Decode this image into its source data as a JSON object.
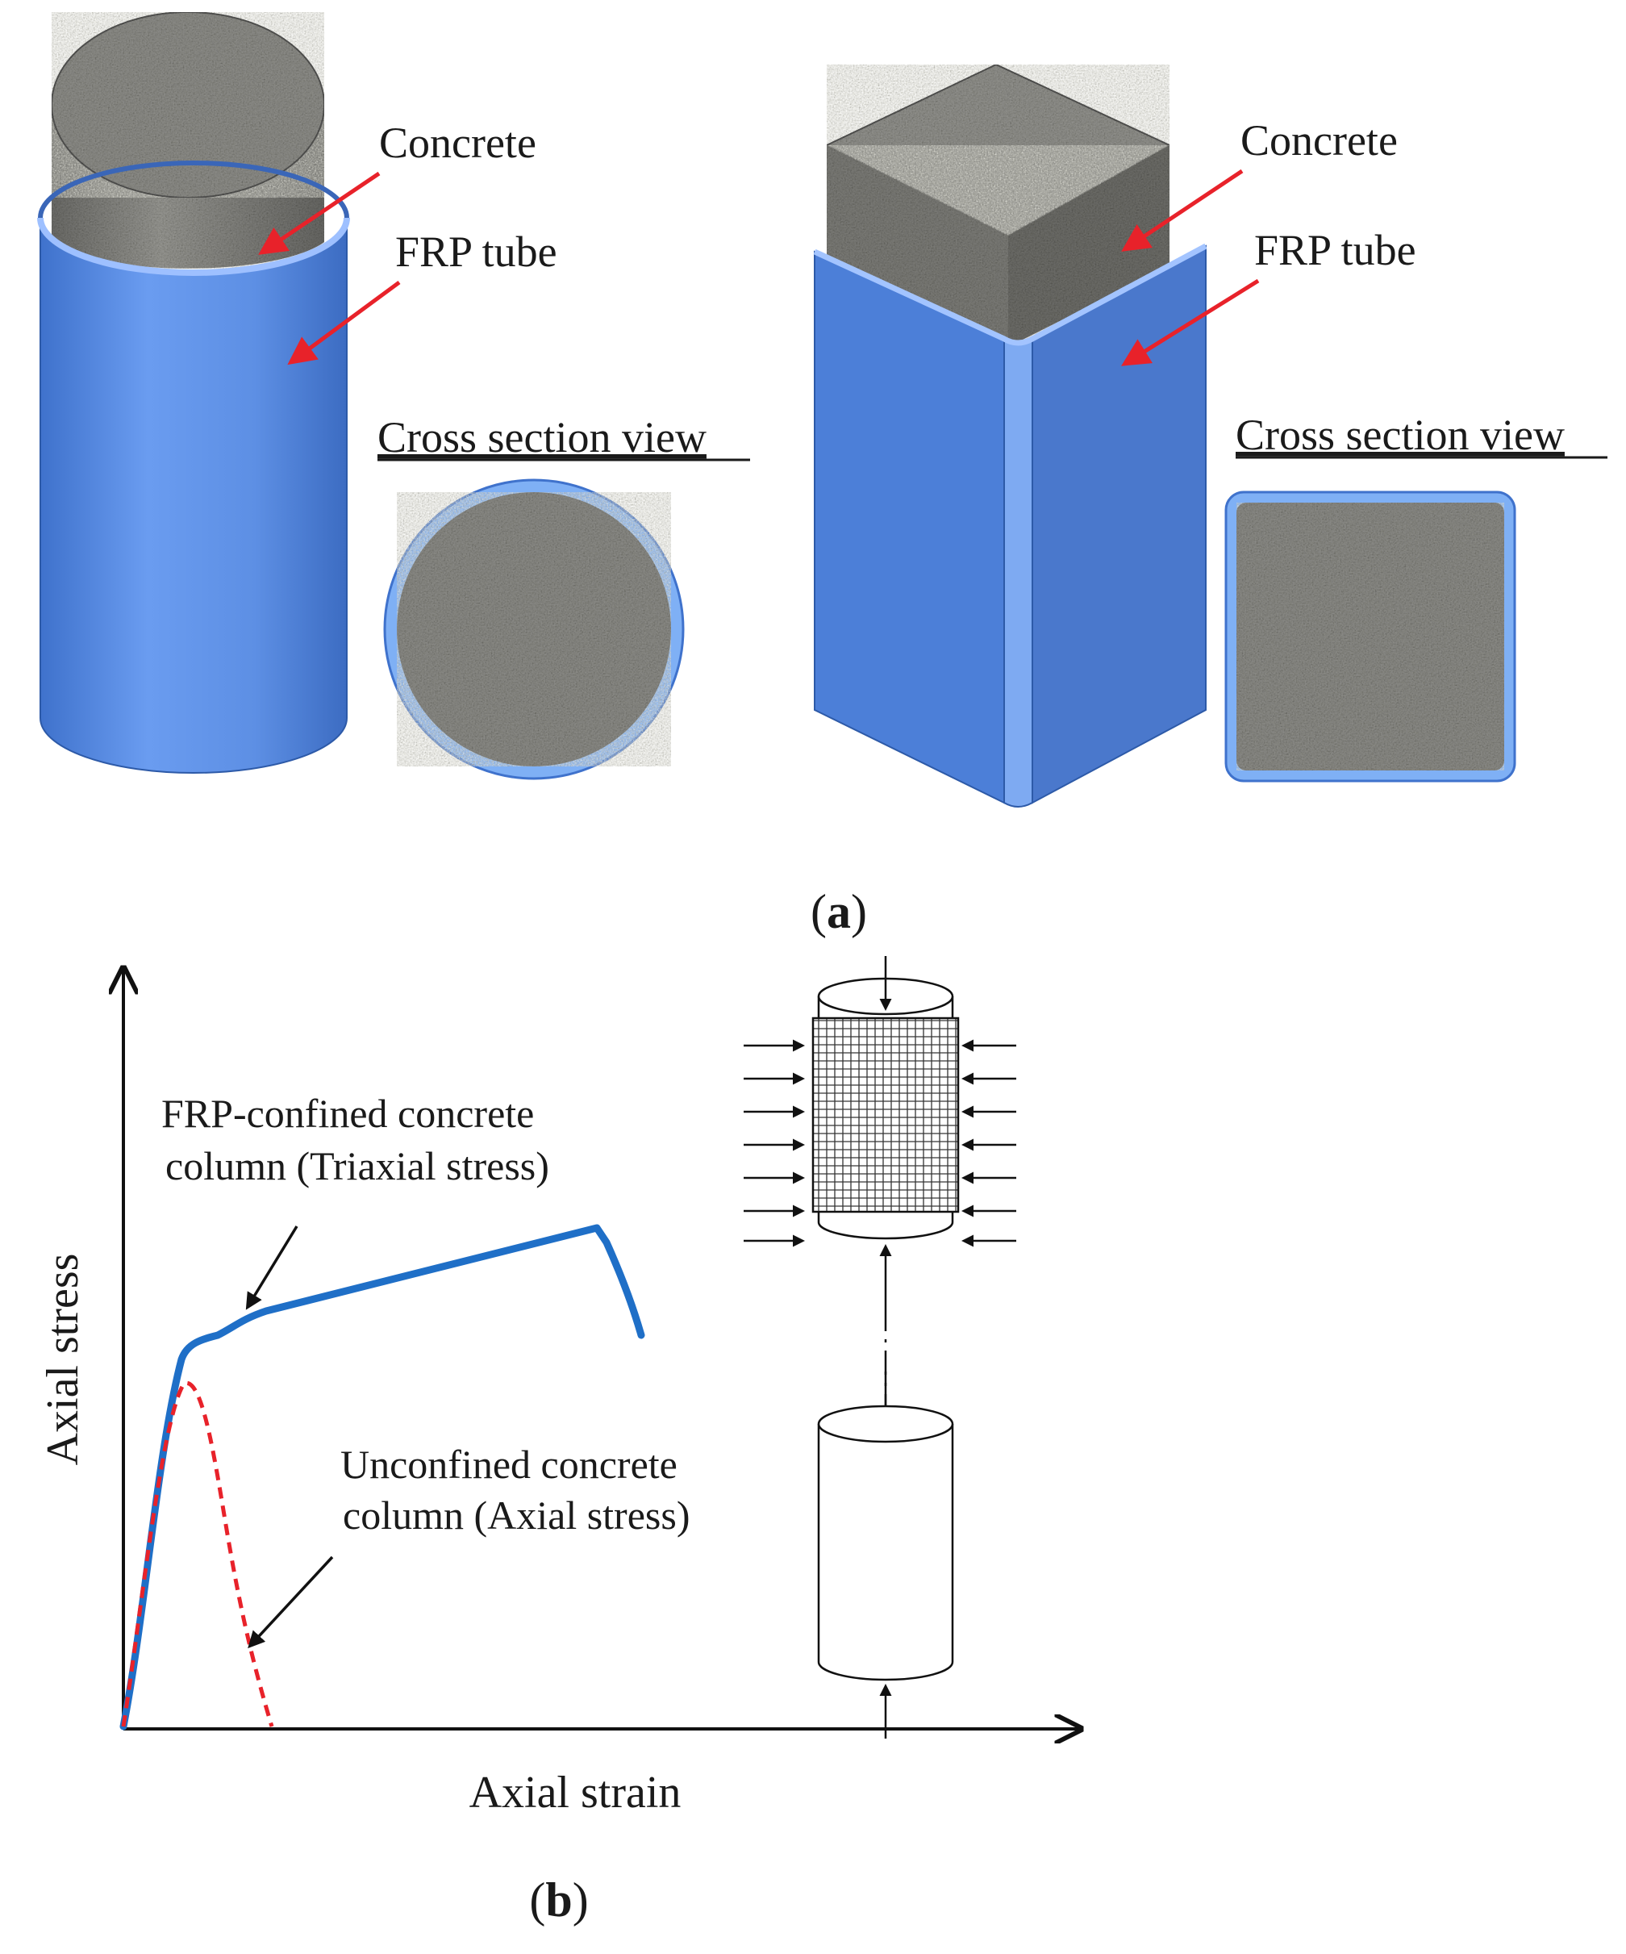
{
  "panel_a": {
    "caption_open": "(",
    "caption_letter": "a",
    "caption_close": ")",
    "circular": {
      "concrete_label": "Concrete",
      "frp_label": "FRP tube",
      "section_label": "Cross section view"
    },
    "square": {
      "concrete_label": "Concrete",
      "frp_label": "FRP tube",
      "section_label": "Cross section view"
    }
  },
  "panel_b": {
    "caption_open": "(",
    "caption_letter": "b",
    "caption_close": ")",
    "confined_label_line1": "FRP-confined concrete",
    "confined_label_line2": "column (Triaxial stress)",
    "unconfined_label_line1": "Unconfined concrete",
    "unconfined_label_line2": "column (Axial stress)"
  },
  "colors": {
    "frp_blue": "#5a8ee6",
    "frp_blue_square": "#4f7fd6",
    "concrete_gray": "#8a8a88",
    "arrow_red": "#e8222a",
    "curve_blue": "#1f6fc7",
    "curve_red": "#e8222a"
  },
  "chart_data": {
    "type": "line",
    "xlabel": "Axial strain",
    "ylabel": "Axial stress",
    "series": []
  }
}
